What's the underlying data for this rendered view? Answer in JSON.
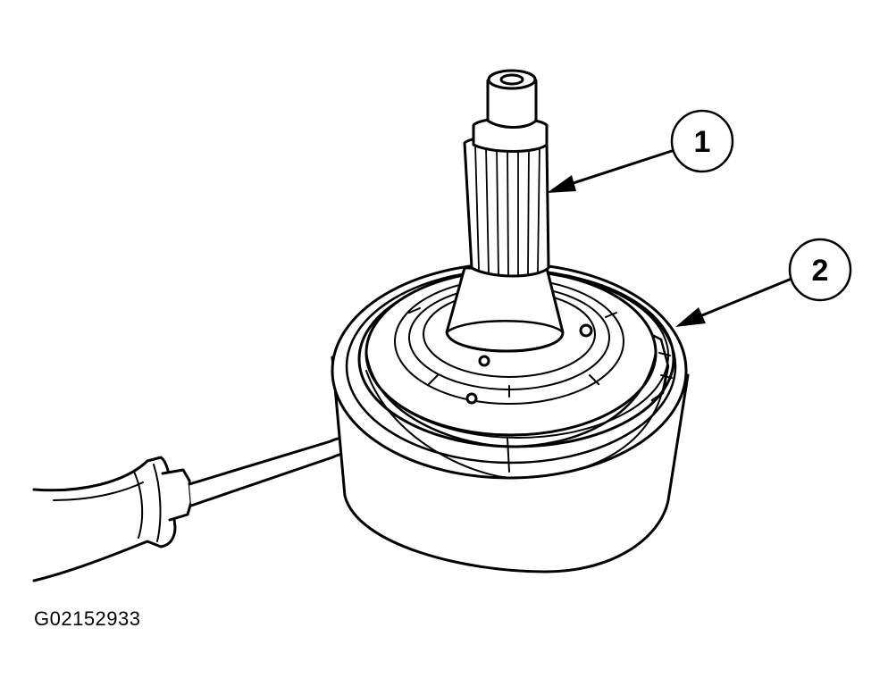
{
  "callouts": [
    {
      "label": "1"
    },
    {
      "label": "2"
    }
  ],
  "figure_id": "G02152933",
  "colors": {
    "line": "#000000",
    "fill": "#ffffff"
  }
}
